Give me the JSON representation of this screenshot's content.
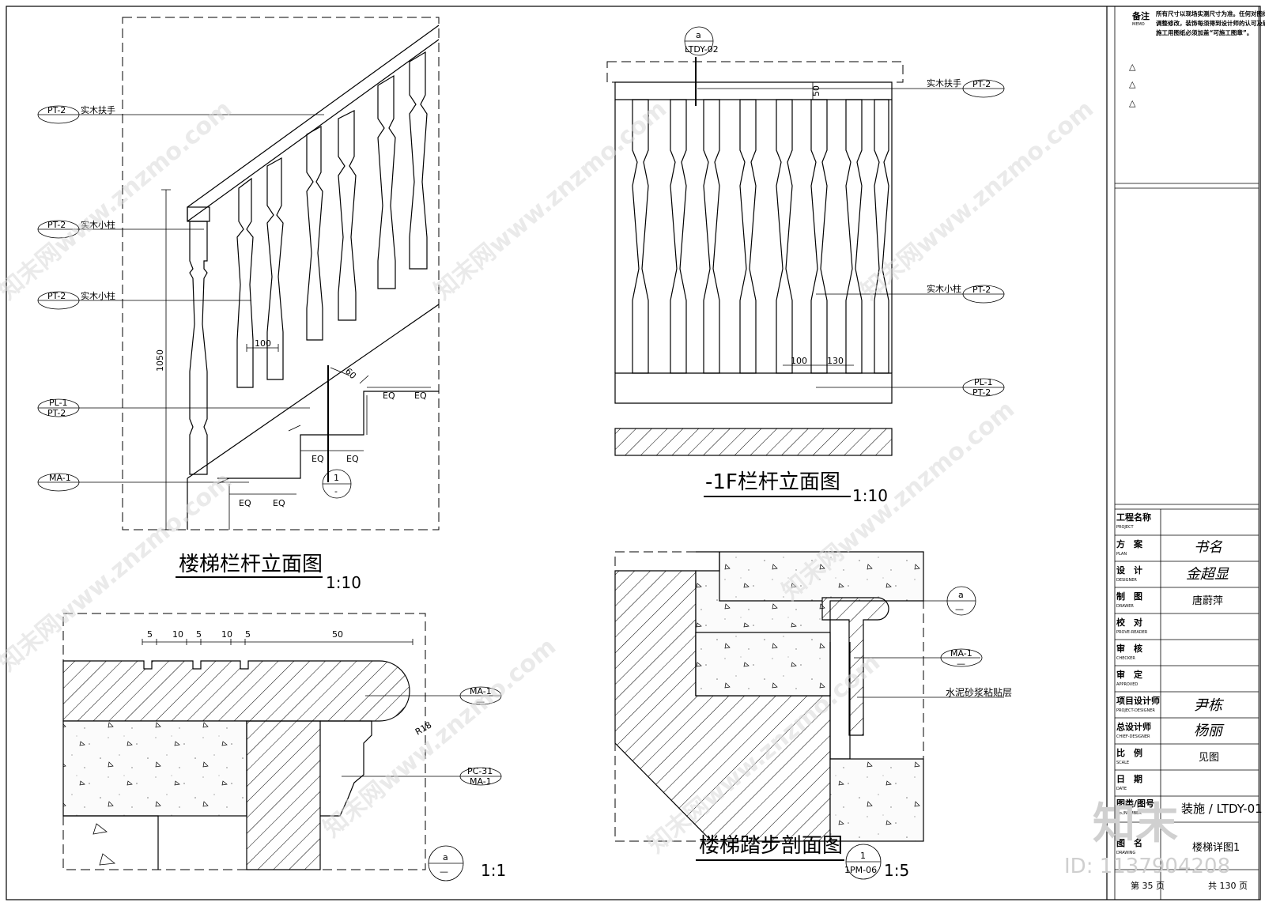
{
  "drawings": {
    "stair_elevation": {
      "title": "楼梯栏杆立面图",
      "scale": "1:10",
      "tags": [
        {
          "code": "PT-2",
          "note": "实木扶手"
        },
        {
          "code": "PT-2",
          "note": "实木小柱"
        },
        {
          "code": "PT-2",
          "note": "实木小柱"
        },
        {
          "code": "PL-1",
          "sub": "PT-2"
        },
        {
          "code": "MA-1"
        }
      ],
      "dims": {
        "height": "1050",
        "spacing": "100",
        "angle": "60",
        "eq": "EQ"
      },
      "section_marker": {
        "top": "1",
        "bottom": "-"
      }
    },
    "rail_elevation": {
      "title": "-1F栏杆立面图",
      "scale": "1:10",
      "marker": {
        "top": "a",
        "bottom": "LTDY-02"
      },
      "dims": {
        "d50": "50",
        "d100": "100",
        "d130": "130"
      },
      "tags": [
        {
          "code": "PT-2",
          "note": "实木扶手"
        },
        {
          "code": "PT-2",
          "note": "实木小柱"
        },
        {
          "code": "PL-1",
          "sub": "PT-2"
        }
      ]
    },
    "tread_detail": {
      "marker": {
        "top": "a",
        "bottom": "—"
      },
      "scale": "1:1",
      "dims": [
        "5",
        "10",
        "5",
        "10",
        "5",
        "50"
      ],
      "radius": "R18",
      "tags": [
        {
          "code": "MA-1",
          "sub": "—"
        },
        {
          "code": "PC-31",
          "sub": "MA-1"
        }
      ]
    },
    "tread_section": {
      "title": "楼梯踏步剖面图",
      "scale": "1:5",
      "marker": {
        "top": "1",
        "bottom": "1PM-06"
      },
      "detail_marker": {
        "top": "a",
        "bottom": "—"
      },
      "tags": [
        {
          "code": "MA-1",
          "sub": "—"
        }
      ],
      "note": "水泥砂浆粘贴层"
    }
  },
  "title_block": {
    "memo_label": "备注",
    "memo_sub": "MEMO",
    "memo_text": [
      "所有尺寸以现场实测尺寸为准。任何对图纸的",
      "调整修改，装饰每须得到设计师的认可及确认。",
      "施工用图纸必须加盖“可施工图章”。"
    ],
    "rev_marks": [
      "△",
      "△",
      "△"
    ],
    "rows": [
      {
        "label": "工程名称",
        "sub": "PROJECT",
        "value": ""
      },
      {
        "label": "方　案",
        "sub": "PLAN",
        "value": "书名"
      },
      {
        "label": "设　计",
        "sub": "DESIGNER",
        "value": "金超显"
      },
      {
        "label": "制　图",
        "sub": "DRAWER",
        "value": "唐蔚萍"
      },
      {
        "label": "校　对",
        "sub": "PROVE-READER",
        "value": ""
      },
      {
        "label": "审　核",
        "sub": "CHECKER",
        "value": ""
      },
      {
        "label": "审　定",
        "sub": "APPROVED",
        "value": ""
      },
      {
        "label": "项目设计师",
        "sub": "PROJECT-DESIGNER",
        "value": "尹栋"
      },
      {
        "label": "总设计师",
        "sub": "CHIEF-DESIGNER",
        "value": "杨丽"
      },
      {
        "label": "比　例",
        "sub": "SCALE",
        "value": "见图"
      },
      {
        "label": "日　期",
        "sub": "DATE",
        "value": ""
      },
      {
        "label": "图类/图号",
        "sub": "No./NUMBER",
        "value": "装施 / LTDY-01"
      },
      {
        "label": "图　名",
        "sub": "DRAWING",
        "value": "楼梯详图1"
      }
    ],
    "page_no": "第 35 页",
    "page_total": "共 130 页"
  },
  "watermark": {
    "text": "知末网www.znzmo.com",
    "logo": "知末",
    "id": "ID: 1137904208"
  }
}
